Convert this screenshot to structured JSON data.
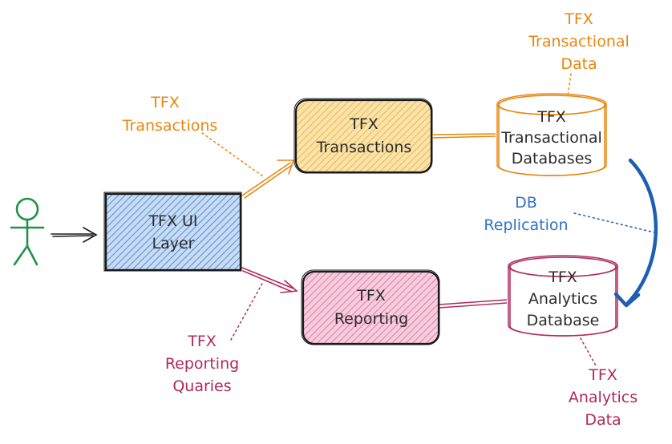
{
  "colors": {
    "orange": "#e8860e",
    "crimson": "#b02a5e",
    "blue": "#1e5fb3",
    "green": "#23914a",
    "ui_layer_fill": "#a9c9ee",
    "transactions_fill": "#f5cf7d",
    "reporting_fill": "#eea8c4",
    "stroke_dark": "#1a1a1a"
  },
  "nodes": {
    "ui_layer": {
      "line1": "TFX UI",
      "line2": "Layer"
    },
    "transactions_service": {
      "line1": "TFX",
      "line2": "Transactions"
    },
    "reporting_service": {
      "line1": "TFX",
      "line2": "Reporting"
    },
    "transactional_db": {
      "line1": "TFX",
      "line2": "Transactional",
      "line3": "Databases"
    },
    "analytics_db": {
      "line1": "TFX",
      "line2": "Analytics",
      "line3": "Database"
    }
  },
  "annotations": {
    "transactions": {
      "line1": "TFX",
      "line2": "Transactions"
    },
    "transactional_data": {
      "line1": "TFX",
      "line2": "Transactional",
      "line3": "Data"
    },
    "db_replication": {
      "line1": "DB",
      "line2": "Replication"
    },
    "reporting_queries": {
      "line1": "TFX",
      "line2": "Reporting",
      "line3": "Quaries"
    },
    "analytics_data": {
      "line1": "TFX",
      "line2": "Analytics",
      "line3": "Data"
    }
  },
  "icons": {
    "user": "stick-figure-user-icon"
  }
}
